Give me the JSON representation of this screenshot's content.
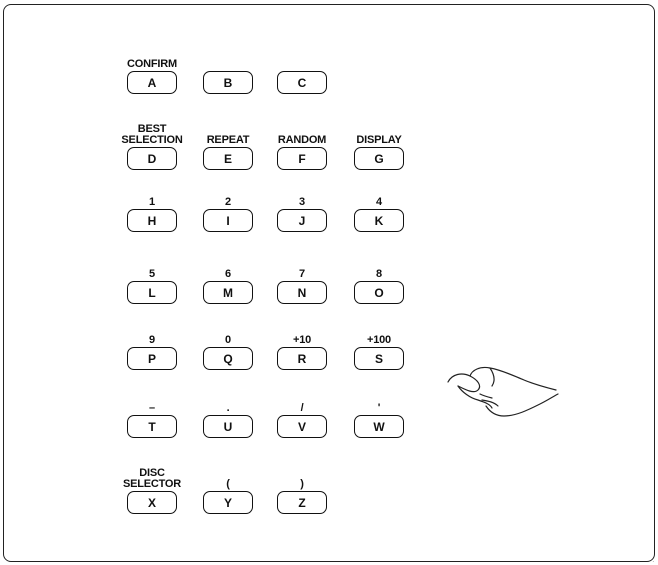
{
  "panel": {
    "keys": [
      {
        "label": "CONFIRM",
        "key": "A"
      },
      {
        "label": "",
        "key": "B"
      },
      {
        "label": "",
        "key": "C"
      },
      {
        "label": "BEST\nSELECTION",
        "key": "D"
      },
      {
        "label": "REPEAT",
        "key": "E"
      },
      {
        "label": "RANDOM",
        "key": "F"
      },
      {
        "label": "DISPLAY",
        "key": "G"
      },
      {
        "label": "1",
        "key": "H"
      },
      {
        "label": "2",
        "key": "I"
      },
      {
        "label": "3",
        "key": "J"
      },
      {
        "label": "4",
        "key": "K"
      },
      {
        "label": "5",
        "key": "L"
      },
      {
        "label": "6",
        "key": "M"
      },
      {
        "label": "7",
        "key": "N"
      },
      {
        "label": "8",
        "key": "O"
      },
      {
        "label": "9",
        "key": "P"
      },
      {
        "label": "0",
        "key": "Q"
      },
      {
        "label": "+10",
        "key": "R"
      },
      {
        "label": "+100",
        "key": "S"
      },
      {
        "label": "–",
        "key": "T"
      },
      {
        "label": ".",
        "key": "U"
      },
      {
        "label": "/",
        "key": "V"
      },
      {
        "label": "'",
        "key": "W"
      },
      {
        "label": "DISC\nSELECTOR",
        "key": "X"
      },
      {
        "label": "(",
        "key": "Y"
      },
      {
        "label": ")",
        "key": "Z"
      }
    ]
  },
  "illustration": {
    "icon": "pointing-hand-icon"
  }
}
